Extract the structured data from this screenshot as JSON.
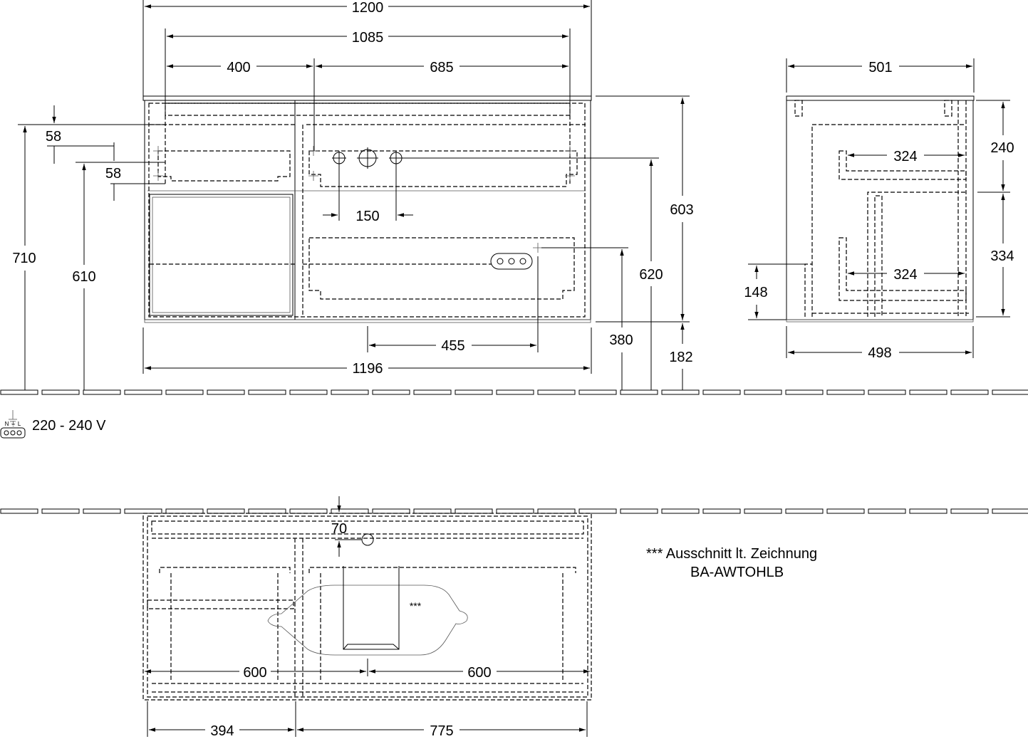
{
  "front_view": {
    "width_total": "1200",
    "width_inner": "1085",
    "width_left": "400",
    "width_right": "685",
    "offset_top_1": "58",
    "offset_top_2": "58",
    "height_710": "710",
    "height_610": "610",
    "tap_spacing": "150",
    "height_603": "603",
    "height_620": "620",
    "height_380": "380",
    "height_182": "182",
    "socket_offset": "455",
    "width_bottom": "1196"
  },
  "side_view": {
    "depth_top": "501",
    "drawer_depth_1": "324",
    "drawer_depth_2": "324",
    "height_240": "240",
    "height_334": "334",
    "height_148": "148",
    "depth_bottom": "498"
  },
  "electrical": {
    "voltage": "220 - 240 V",
    "terminal_labels": "N ⏚ L"
  },
  "top_view": {
    "depth_70": "70",
    "half_left": "600",
    "half_right": "600",
    "width_left": "394",
    "width_right": "775",
    "cutout_marker": "***"
  },
  "note": {
    "line1": "*** Ausschnitt lt. Zeichnung",
    "line2": "BA-AWTOHLB"
  }
}
